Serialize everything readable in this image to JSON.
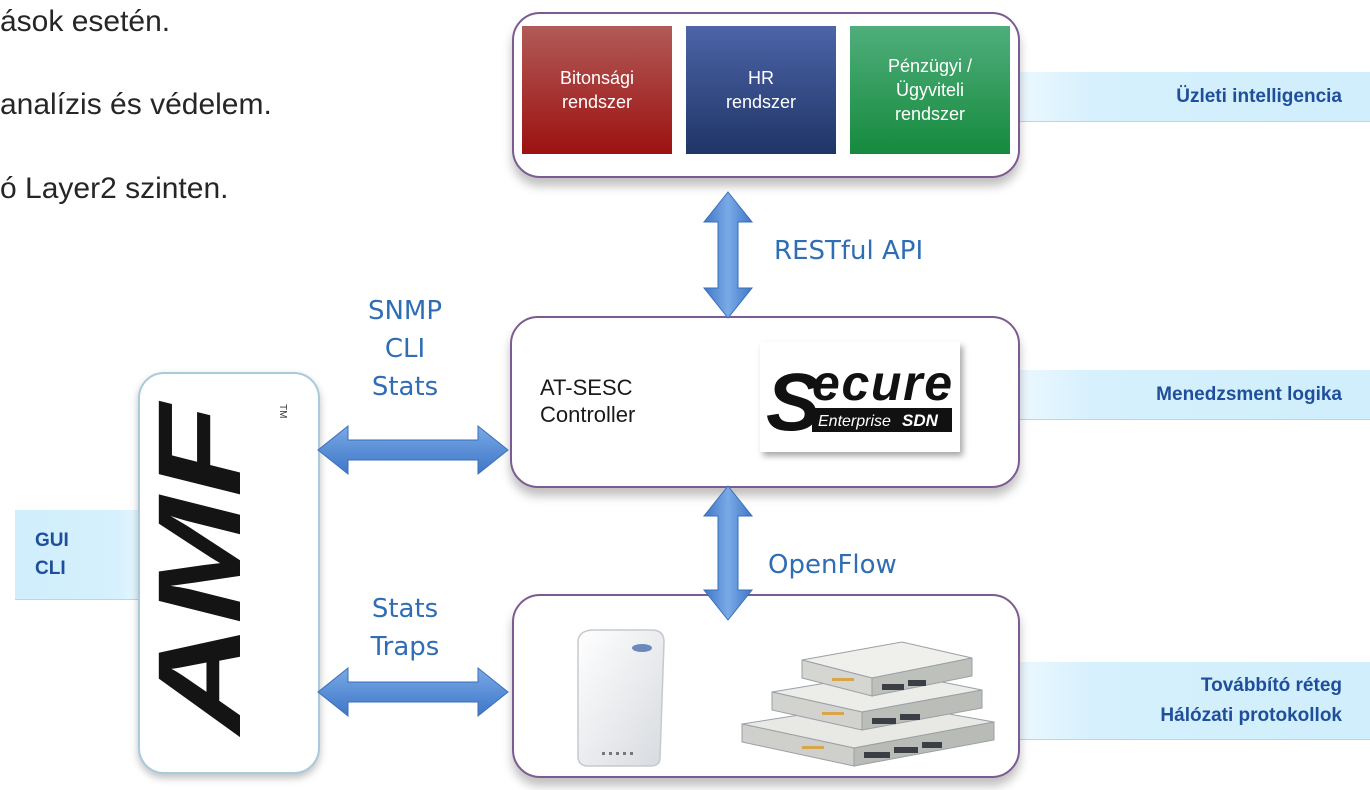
{
  "bullets": [
    "ások esetén.",
    "analízis és védelem.",
    "ó Layer2 szinten."
  ],
  "systems": [
    {
      "line1": "Bitonsági",
      "line2": "rendszer",
      "line3": "",
      "color": "#a23a3a"
    },
    {
      "line1": "HR",
      "line2": "rendszer",
      "line3": "",
      "color": "#334f8d"
    },
    {
      "line1": "Pénzügyi /",
      "line2": "Ügyviteli",
      "line3": "rendszer",
      "color": "#2f9a58"
    }
  ],
  "layers": {
    "business": "Üzleti intelligencia",
    "management": "Menedzsment logika",
    "forwarding_line1": "Továbbító réteg",
    "forwarding_line2": "Hálózati protokollok",
    "gui": "GUI",
    "cli": "CLI"
  },
  "protocols": {
    "restful": "RESTful API",
    "openflow": "OpenFlow",
    "snmp": "SNMP",
    "cli": "CLI",
    "stats_top": "Stats",
    "stats_bottom": "Stats",
    "traps": "Traps"
  },
  "controller": {
    "line1": "AT-SESC",
    "line2": "Controller"
  },
  "logo": {
    "secure": "ecure",
    "secure_initial": "S",
    "enterprise": "Enterprise",
    "sdn": "SDN",
    "amf": "AMF",
    "tm": "TM"
  },
  "colors": {
    "arrow": "#5b8fd6",
    "accent_text": "#1f4e9a",
    "box_border": "#7b5b91"
  }
}
